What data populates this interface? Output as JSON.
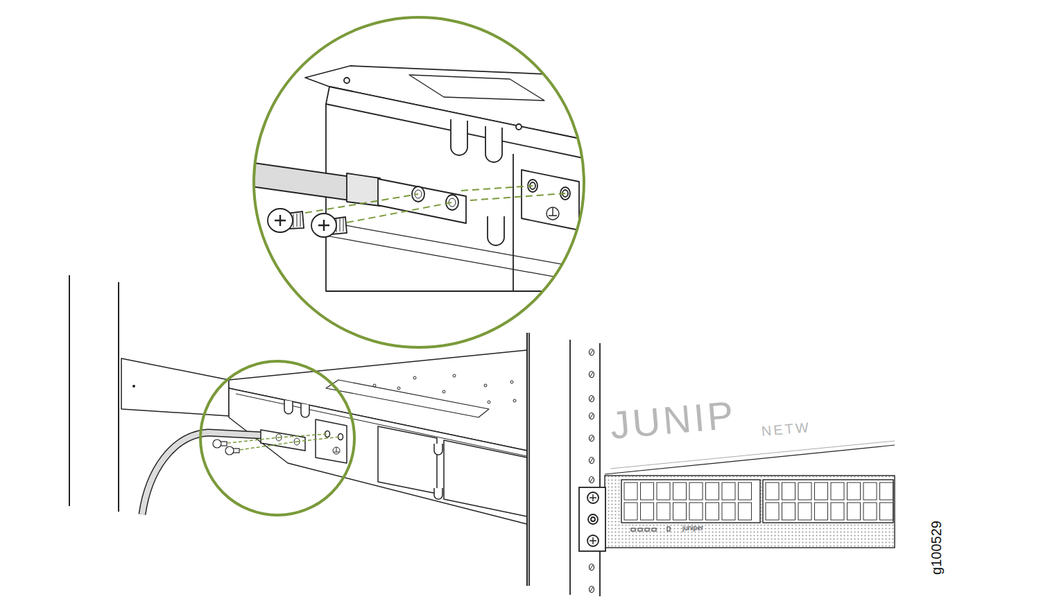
{
  "diagram": {
    "labels": [
      "JUNIP",
      "NETW",
      "juniper",
      "g100529"
    ]
  }
}
